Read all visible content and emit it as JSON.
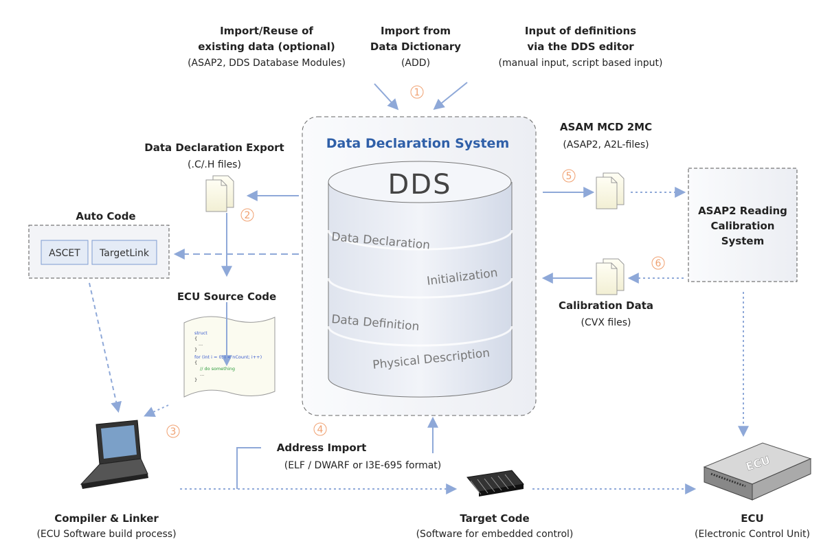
{
  "top": {
    "import_reuse": {
      "line1": "Import/Reuse of",
      "line2": "existing data (optional)",
      "sub": "(ASAP2, DDS Database Modules)"
    },
    "import_dictionary": {
      "line1": "Import from",
      "line2": "Data Dictionary",
      "sub": "(ADD)"
    },
    "input_definitions": {
      "line1": "Input of definitions",
      "line2": "via the DDS editor",
      "sub": "(manual input, script based input)"
    }
  },
  "steps": [
    "1",
    "2",
    "3",
    "4",
    "5",
    "6"
  ],
  "dds": {
    "title": "Data Declaration System",
    "cylinder_label": "DDS",
    "layers": [
      "Data Declaration",
      "Initialization",
      "Data Definition",
      "Physical Description"
    ]
  },
  "export": {
    "title": "Data Declaration Export",
    "sub": "(.C/.H files)"
  },
  "auto_code": {
    "title": "Auto Code",
    "tools": [
      "ASCET",
      "TargetLink"
    ]
  },
  "ecu_source": {
    "title": "ECU Source Code",
    "code": [
      "struct",
      "{",
      "...",
      "}",
      "for (int i = 0; i < nCount; i++)",
      "{",
      "// do something",
      "...",
      "}"
    ]
  },
  "asam": {
    "title": "ASAM MCD 2MC",
    "sub": "(ASAP2, A2L-files)"
  },
  "calibration_system": {
    "lines": [
      "ASAP2 Reading",
      "Calibration",
      "System"
    ]
  },
  "calibration_data": {
    "title": "Calibration Data",
    "sub": "(CVX files)"
  },
  "address_import": {
    "title": "Address Import",
    "sub": "(ELF / DWARF or I3E-695 format)"
  },
  "compiler": {
    "title": "Compiler & Linker",
    "sub": "(ECU Software build process)"
  },
  "target_code": {
    "title": "Target Code",
    "sub": "(Software for embedded control)"
  },
  "ecu": {
    "title": "ECU",
    "sub": "(Electronic Control Unit)",
    "badge": "ECU"
  },
  "colors": {
    "arrow": "#8ea8d8",
    "step": "#f0a070",
    "title_blue": "#2f5fa8"
  }
}
